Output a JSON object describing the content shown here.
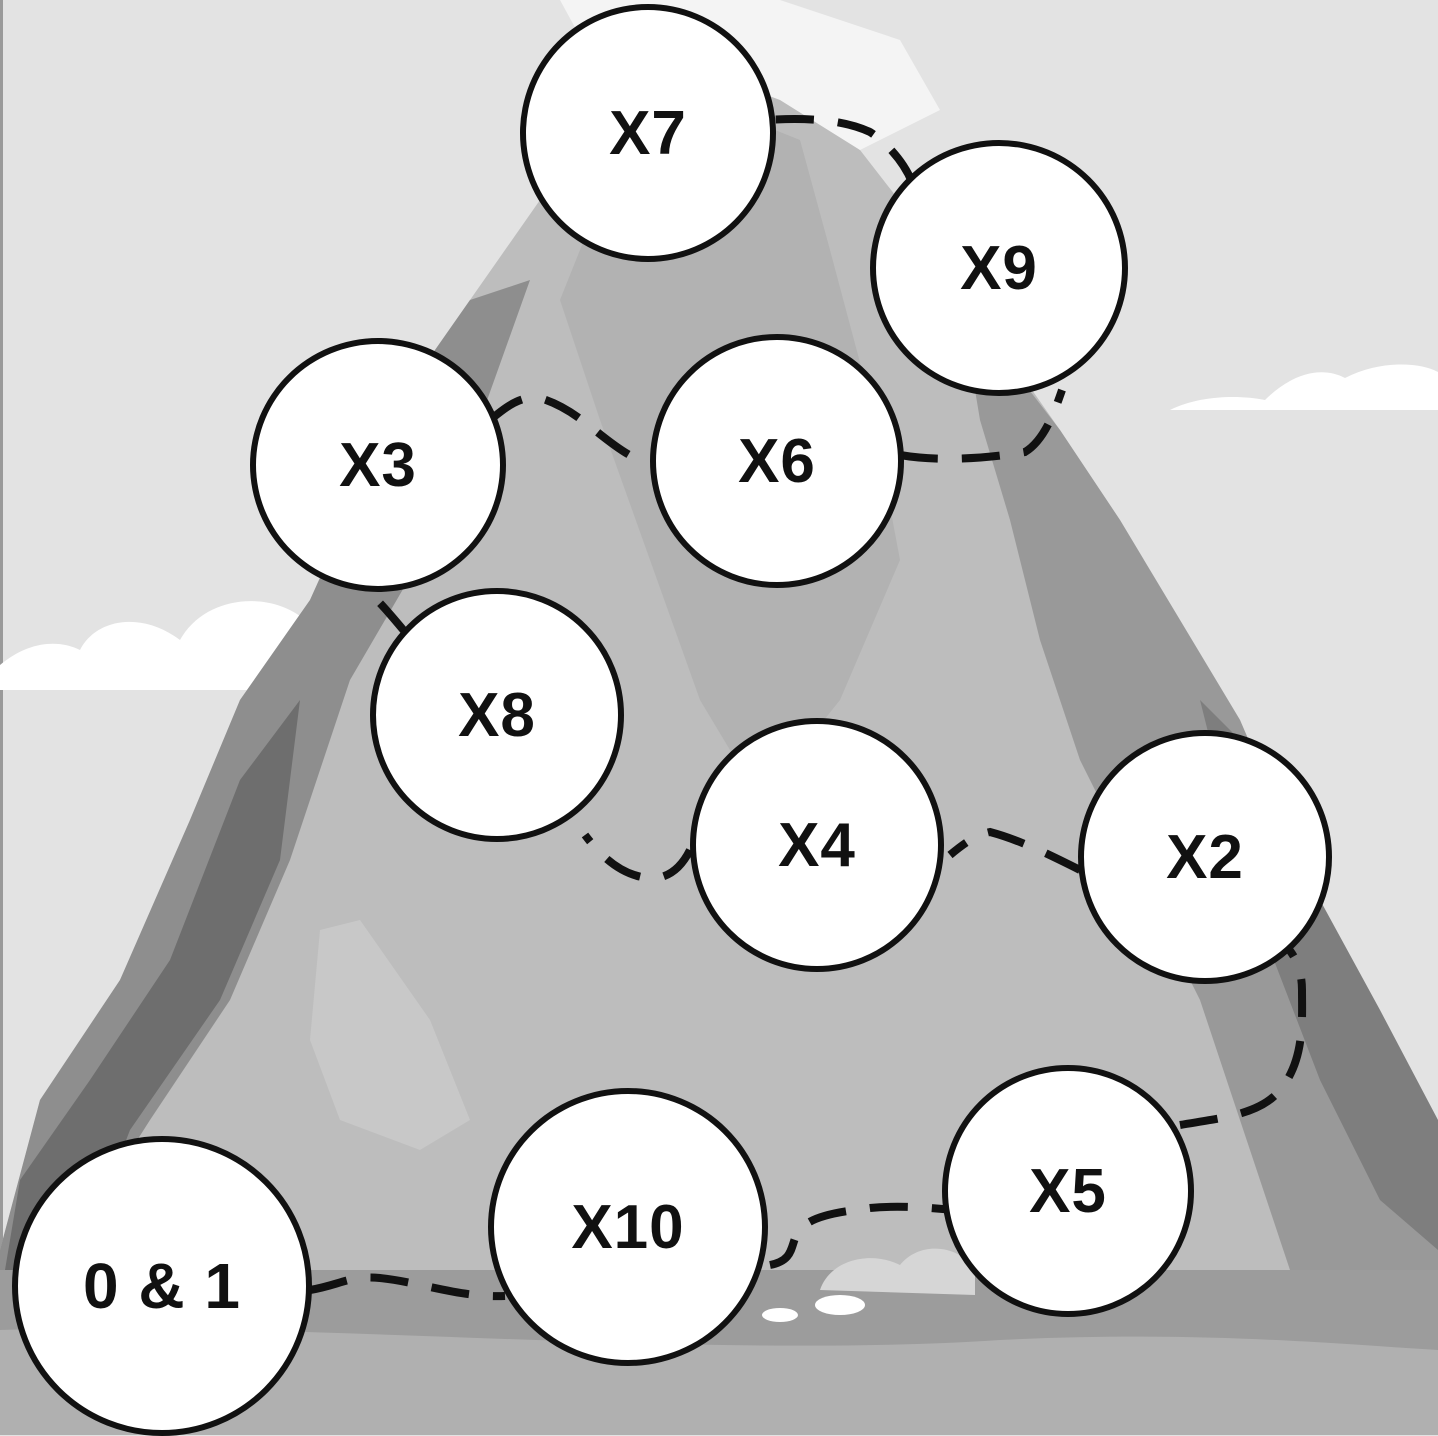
{
  "colors": {
    "sky": "#e3e3e3",
    "mountain_light": "#bdbdbd",
    "mountain_mid": "#a6a6a6",
    "mountain_dark": "#7a7a7a",
    "ground": "#9a9a9a",
    "cloud": "#ffffff",
    "node_fill": "#ffffff",
    "node_border": "#111111"
  },
  "nodes": {
    "n01": "0 & 1",
    "x2": "X2",
    "x3": "X3",
    "x4": "X4",
    "x5": "X5",
    "x6": "X6",
    "x7": "X7",
    "x8": "X8",
    "x9": "X9",
    "x10": "X10"
  },
  "path_order": [
    "0 & 1",
    "X10",
    "X5",
    "X2",
    "X4",
    "X8",
    "X3",
    "X6",
    "X9",
    "X7"
  ]
}
